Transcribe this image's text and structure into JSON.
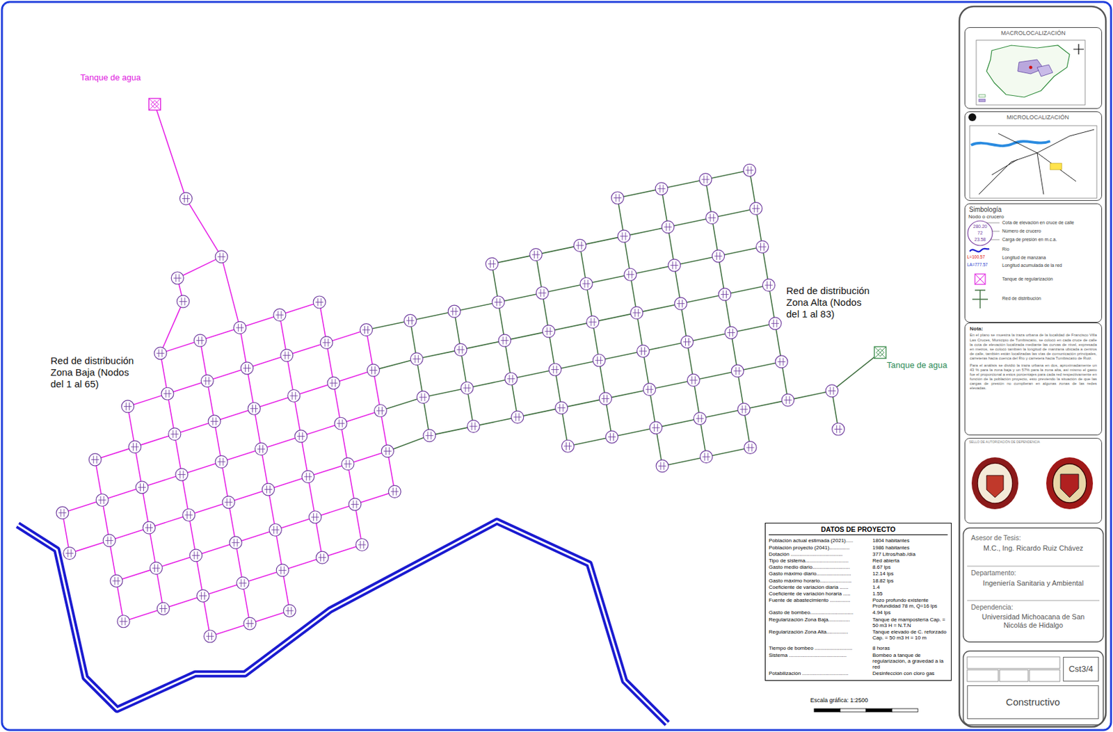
{
  "diagram": {
    "nodes": [
      {
        "text": [
          "MACROLOCALIZACIÓN"
        ]
      },
      {
        "text": [
          "MICROLOCALIZACIÓN"
        ]
      },
      {
        "text": [
          "Simbología"
        ]
      },
      {
        "text": [
          "Nota:",
          "En el plano se muestra la traza urbana de la localidad de Francisco Villa Las Cruces, Municipio de Tumbiscatío, se colocó en cada cruce de calle la cota de elevación localizada mediante las curvas de nivel, expresada en metros, se colocó también la longitud de manzana ubicada a centros de calle, también están localizadas las vías de comunicación principales, carreteras hacia cuenca del Río y carretera hacia Tumbiscatío de Ruiz.",
          "Para el análisis se dividió la traza urbana en dos, aproximadamente un 43 % para la zona baja y un 57% para la zona alta, así mismo el gasto fue el proporcional a estos porcentajes para cada red respectivamente en función de la población proyecto, esto previendo la situación de que las cargas de presión no cumplieran en algunas zonas de las redes elevadas."
        ]
      },
      {
        "text": [
          "SELLO DE AUTORIZACIÓN DE DEPENDENCIA"
        ]
      },
      {
        "text": [
          "Asesor de Tesis:",
          "M.C., Ing. Ricardo Ruiz Chávez"
        ]
      },
      {
        "text": [
          "Departamento:",
          "Ingeniería Sanitaria y Ambiental"
        ]
      },
      {
        "text": [
          "Dependencia:",
          "Universidad Michoacana de San Nicolás de Hidalgo"
        ]
      },
      {
        "text": [
          "Cst3/4"
        ]
      },
      {
        "text": [
          "Constructivo"
        ]
      },
      {
        "text": [
          "DATOS DE PROYECTO"
        ]
      }
    ],
    "labels": [
      "Tanque de agua",
      "Red de distribución Zona Baja (Nodos del 1 al 65)",
      "Red de distribución Zona Alta (Nodos del 1 al 83)",
      "Tanque de agua",
      "Nodo o crucero",
      "280.20",
      "72",
      "23.58",
      "L=100.57",
      "LA=777.57",
      "Escala gráfica: 1:2500",
      "Población actual estimada (2021).....",
      "1804 habitantes",
      "Población proyecto (2041)..............",
      "1986 habitantes",
      "Dotación ....................................",
      "377 Litros/hab./día",
      "Tipo de sistema..............................",
      "Red abierta",
      "Gasto medio diario..........................",
      "8.67 lps",
      "Gasto máximo diario........................",
      "12.14 lps",
      "Gasto máximo horario......................",
      "18.82 lps",
      "Coeficiente de variación diaria ......",
      "1.4",
      "Coeficiente de variación horaria .....",
      "1.55",
      "Fuente de abastecimiento ..............",
      "Pozo profundo existente Profundidad 78 m, Q=16 lps",
      "Gasto de bombeo..............................",
      "4.94 lps",
      "Regularización Zona Baja...............",
      "Tanque de mampostería Cap. = 50 m3 H = N.T.N",
      "Regularización Zona Alta...............",
      "Tanque elevado de C. reforzado Cap. = 50 m3 H = 10 m",
      "Tiempo de bombeo ..........................",
      "8 horas",
      "Sistema ........................................",
      "Bombeo a tanque de regularización, a gravedad a la red",
      "Potabilización ................................",
      "Desinfección con cloro gas"
    ],
    "legend": [
      {
        "text": "Cota de elevación en cruce de calle"
      },
      {
        "text": "Número de crucero"
      },
      {
        "text": "Carga de presión en m.c.a."
      },
      {
        "text": "Río"
      },
      {
        "text": "Longitud de manzana"
      },
      {
        "text": "Longitud acumulada de la red"
      },
      {
        "text": "Tanque de regularización"
      },
      {
        "text": "Red de distribución"
      }
    ]
  }
}
